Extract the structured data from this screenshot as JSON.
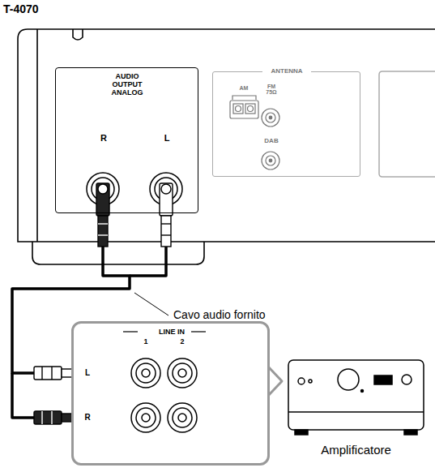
{
  "diagram": {
    "title": "T-4070",
    "nodes": [
      {
        "text": [
          "AUDIO OUTPUT ANALOG",
          "R",
          "L"
        ]
      },
      {
        "text": [
          "ANTENNA",
          "AM",
          "FM 75Ω",
          "DAB"
        ]
      },
      {
        "text": [
          "LINE IN",
          "1",
          "2",
          "L",
          "R"
        ]
      },
      {
        "text": [
          "Amplificatore"
        ]
      }
    ],
    "edges": [
      {
        "from": 0,
        "to": 2,
        "arrow": "none"
      }
    ],
    "labels": [
      "Cavo audio fornito"
    ]
  }
}
